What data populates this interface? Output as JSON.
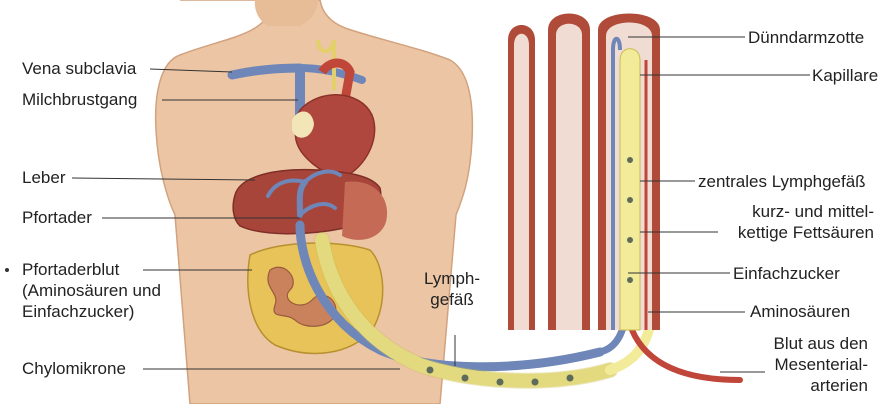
{
  "labels_left": {
    "vena_subclavia": "Vena subclavia",
    "milchbrustgang": "Milchbrustgang",
    "leber": "Leber",
    "pfortader": "Pfortader",
    "pfortaderblut": [
      "Pfortaderblut",
      "(Aminosäuren und",
      "Einfachzucker)"
    ],
    "chylomikrone": "Chylomikrone"
  },
  "labels_center": {
    "lymphgefaess": [
      "Lymph-",
      "gefäß"
    ]
  },
  "labels_right": {
    "duenndarmzotte": "Dünndarmzotte",
    "kapillare": "Kapillare",
    "zentrales_lymphgefaess": "zentrales Lymphgefäß",
    "fettsaeuren": [
      "kurz- und mittel-",
      "kettige Fettsäuren"
    ],
    "einfachzucker": "Einfachzucker",
    "aminosaeuren": "Aminosäuren",
    "blut_mesenterial": [
      "Blut aus den",
      "Mesenterial-",
      "arterien"
    ]
  },
  "colors": {
    "skin": "#ecc6a4",
    "skin_shadow": "#d9a883",
    "vein_blue": "#6f86b8",
    "artery_red": "#c0463a",
    "lymph_yellow": "#f2ec9a",
    "villus_outer": "#b04b39",
    "villus_inner": "#f1dcd3",
    "liver": "#a8453a",
    "intestine": "#e7c35a",
    "heart": "#b0473e"
  }
}
